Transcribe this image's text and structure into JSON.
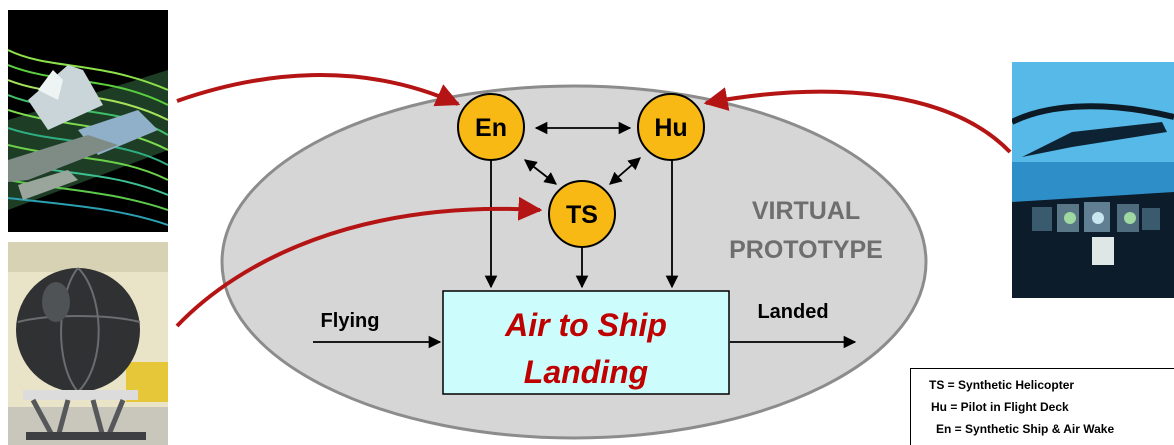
{
  "nodes": {
    "en": "En",
    "hu": "Hu",
    "ts": "TS"
  },
  "virtual_prototype": {
    "line1": "VIRTUAL",
    "line2": "PROTOTYPE"
  },
  "process": {
    "line1": "Air to Ship",
    "line2": "Landing"
  },
  "input_label": "Flying",
  "output_label": "Landed",
  "legend": {
    "items": [
      "TS = Synthetic Helicopter",
      "Hu = Pilot in Flight Deck",
      "En = Synthetic Ship & Air Wake"
    ]
  },
  "colors": {
    "node_fill": "#f8b914",
    "ellipse_fill": "#d6d6d6",
    "process_fill": "#ccfcfc",
    "feed_arrow": "#b51414",
    "process_text": "#c00000",
    "vp_text": "#6e6e6e"
  }
}
